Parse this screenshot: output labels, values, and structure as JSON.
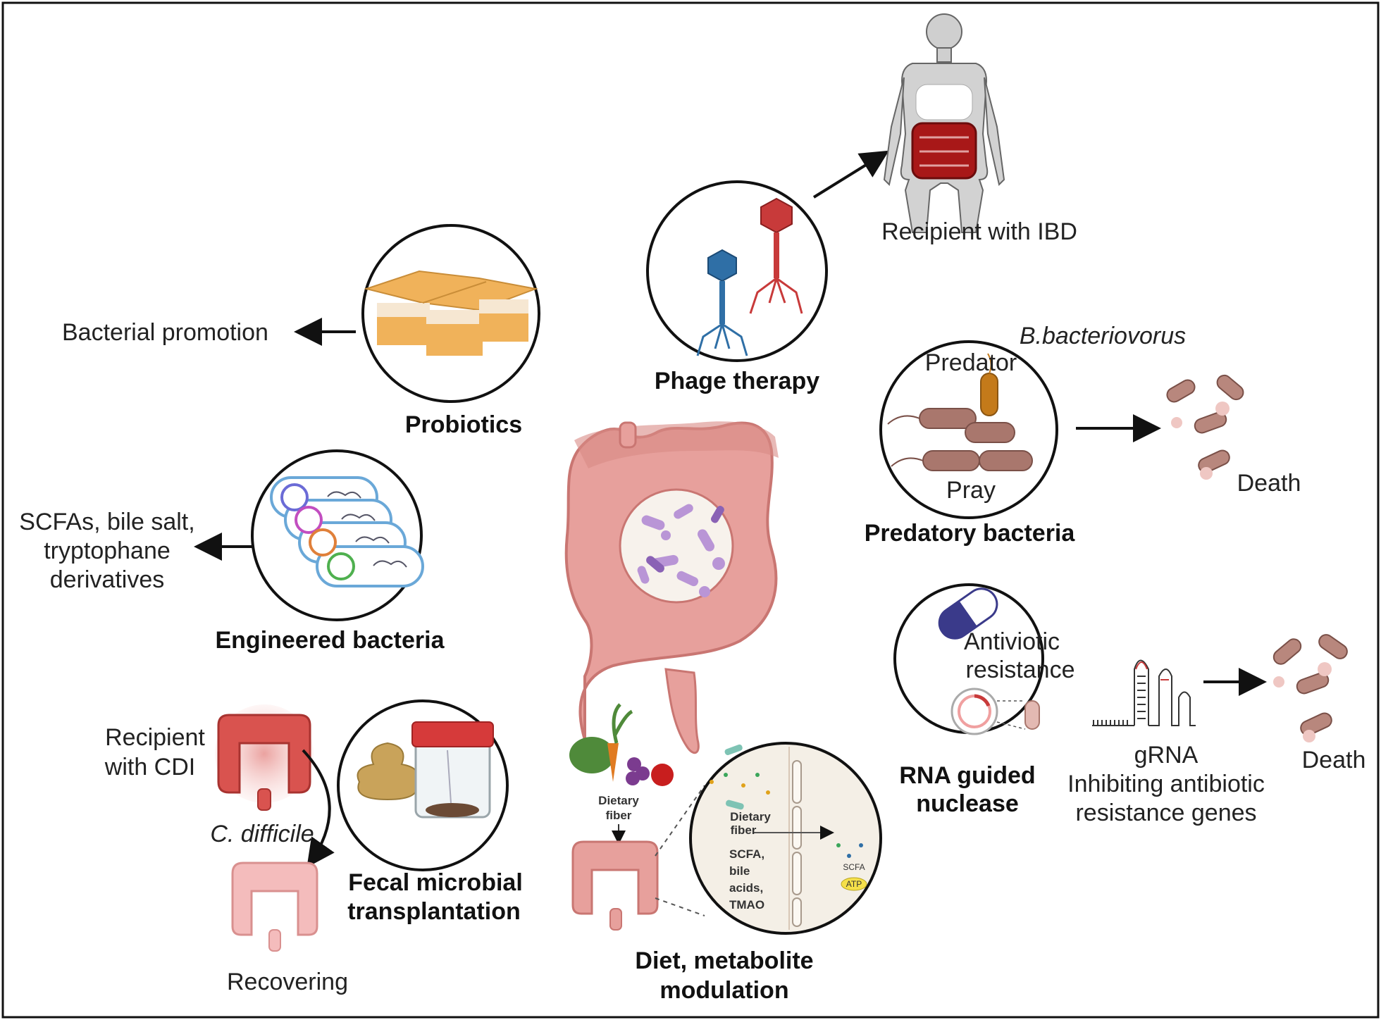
{
  "center": {
    "icon": "colon-with-microbiota-icon"
  },
  "probiotics": {
    "title": "Probiotics",
    "effect": "Bacterial promotion",
    "icon": "yogurt-cups-icon"
  },
  "engineered_bacteria": {
    "title": "Engineered bacteria",
    "effect_lines": [
      "SCFAs, bile salt,",
      "tryptophane",
      "derivatives"
    ],
    "icon": "plasmid-bacteria-icon"
  },
  "phage_therapy": {
    "title": "Phage therapy",
    "target": "Recipient with IBD",
    "icon": "bacteriophage-icon"
  },
  "predatory_bacteria": {
    "title": "Predatory bacteria",
    "species": "B.bacteriovorus",
    "predator_label": "Predator",
    "prey_label": "Pray",
    "outcome": "Death"
  },
  "rna_nuclease": {
    "title_lines": [
      "RNA guided",
      "nuclease"
    ],
    "inner_lines": [
      "Antiviotic",
      "resistance"
    ],
    "grna_lines": [
      "gRNA",
      "Inhibiting antibiotic",
      "resistance genes"
    ],
    "outcome": "Death"
  },
  "fmt": {
    "title_lines": [
      "Fecal microbial",
      "transplantation"
    ],
    "recipient_lines": [
      "Recipient",
      "with CDI"
    ],
    "pathogen": "C. difficile",
    "outcome": "Recovering"
  },
  "diet": {
    "title_lines": [
      "Diet, metabolite",
      "modulation"
    ],
    "fiber_lines": [
      "Dietary",
      "fiber"
    ],
    "zoom_fiber_lines": [
      "Dietary",
      "fiber"
    ],
    "metabolite_lines": [
      "SCFA,",
      "bile",
      "acids,",
      "TMAO"
    ],
    "scfa_tag": "SCFA",
    "atp_tag": "ATP"
  },
  "colors": {
    "colon": "#e7a09c",
    "colon_dark": "#c97672",
    "phage_red": "#c83a3a",
    "phage_blue": "#2f6fa6",
    "bacteria_brown": "#a9776d",
    "predator_orange": "#c47a1a",
    "cup_orange": "#f0b25a",
    "plasmid_blue": "#6aa8d8"
  }
}
